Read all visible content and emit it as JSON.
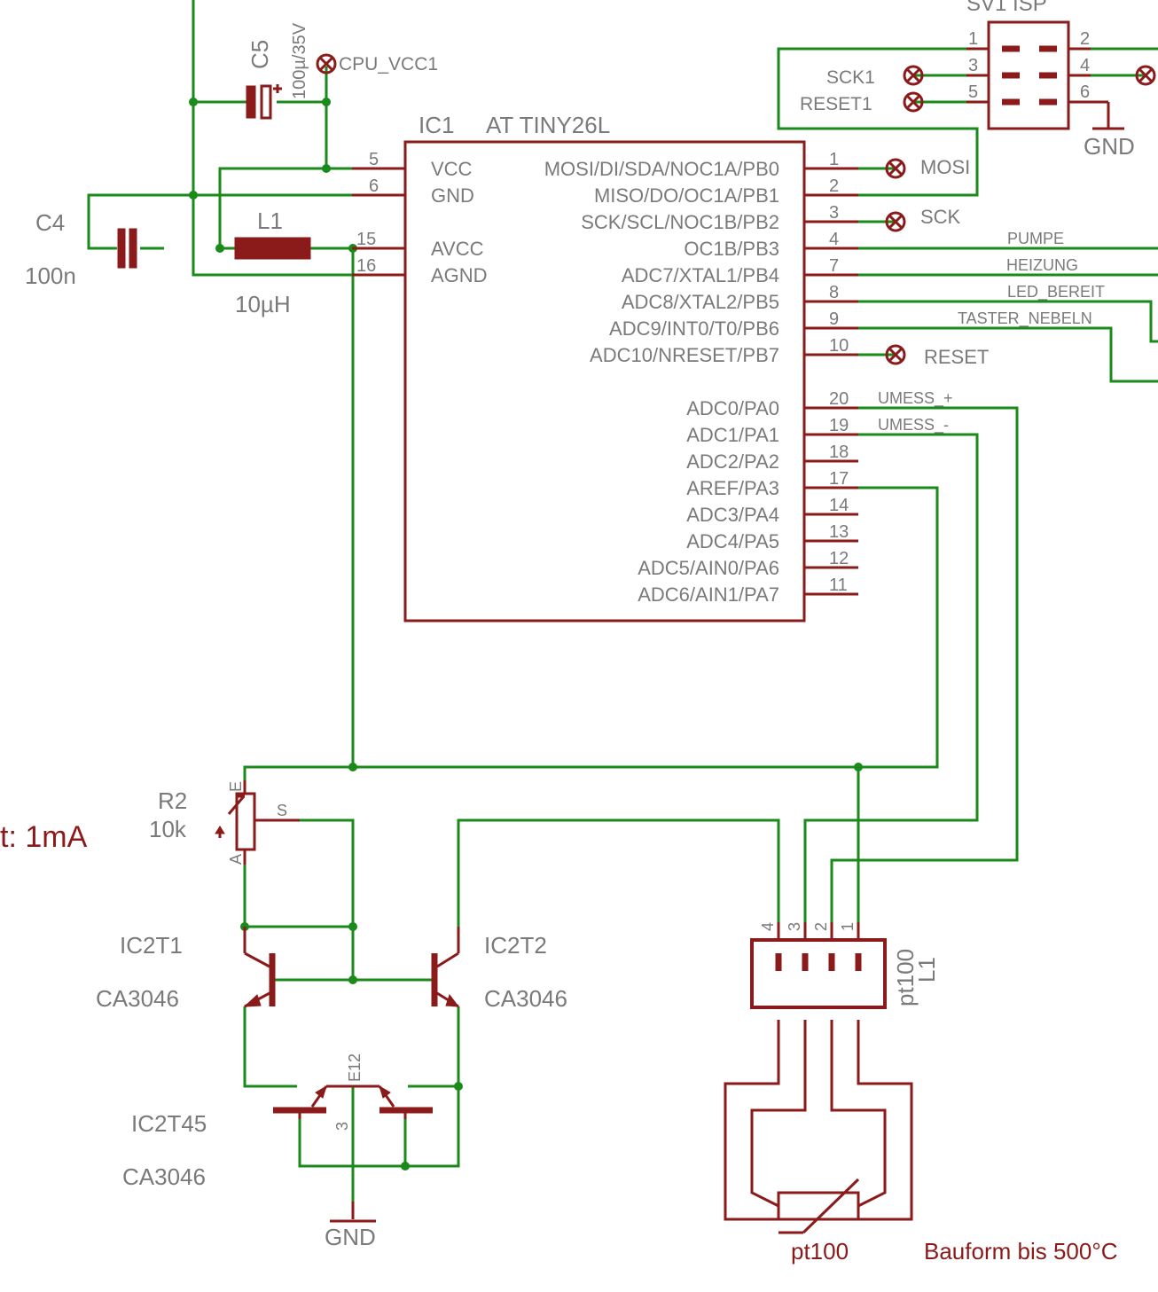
{
  "ic1": {
    "name": "IC1",
    "value": "AT TINY26L",
    "left_pins": [
      {
        "num": "5",
        "label": "VCC"
      },
      {
        "num": "6",
        "label": "GND"
      },
      {
        "num": "15",
        "label": "AVCC"
      },
      {
        "num": "16",
        "label": "AGND"
      }
    ],
    "right_pins": [
      {
        "num": "1",
        "label": "MOSI/DI/SDA/NOC1A/PB0"
      },
      {
        "num": "2",
        "label": "MISO/DO/OC1A/PB1"
      },
      {
        "num": "3",
        "label": "SCK/SCL/NOC1B/PB2"
      },
      {
        "num": "4",
        "label": "OC1B/PB3"
      },
      {
        "num": "7",
        "label": "ADC7/XTAL1/PB4"
      },
      {
        "num": "8",
        "label": "ADC8/XTAL2/PB5"
      },
      {
        "num": "9",
        "label": "ADC9/INT0/T0/PB6"
      },
      {
        "num": "10",
        "label": "ADC10/NRESET/PB7"
      },
      {
        "num": "20",
        "label": "ADC0/PA0"
      },
      {
        "num": "19",
        "label": "ADC1/PA1"
      },
      {
        "num": "18",
        "label": "ADC2/PA2"
      },
      {
        "num": "17",
        "label": "AREF/PA3"
      },
      {
        "num": "14",
        "label": "ADC3/PA4"
      },
      {
        "num": "13",
        "label": "ADC4/PA5"
      },
      {
        "num": "12",
        "label": "ADC5/AIN0/PA6"
      },
      {
        "num": "11",
        "label": "ADC6/AIN1/PA7"
      }
    ]
  },
  "nets": {
    "pumpe": "PUMPE",
    "heizung": "HEIZUNG",
    "led_bereit": "LED_BEREIT",
    "taster_nebeln": "TASTER_NEBELN",
    "umess_plus": "UMESS_+",
    "umess_minus": "UMESS_-"
  },
  "testpoints": {
    "cpu_vcc1": "CPU_VCC1",
    "mosi": "MOSI",
    "sck": "SCK",
    "reset": "RESET",
    "sck1": "SCK1",
    "reset1": "RESET1"
  },
  "c5": {
    "name": "C5",
    "value": "100µ/35V"
  },
  "c4": {
    "name": "C4",
    "value": "100n"
  },
  "l1": {
    "name": "L1",
    "value": "10µH"
  },
  "isp": {
    "title": "SV1   ISP",
    "pins_left": [
      "1",
      "3",
      "5"
    ],
    "pins_right": [
      "2",
      "4",
      "6"
    ],
    "gnd": "GND"
  },
  "r2": {
    "name": "R2",
    "value": "10k",
    "pin_e": "E",
    "pin_s": "S",
    "pin_a": "A"
  },
  "current_note": "t: 1mA",
  "transistors": {
    "t1_name": "IC2T1",
    "t1_value": "CA3046",
    "t2_name": "IC2T2",
    "t2_value": "CA3046",
    "t45_name": "IC2T45",
    "t45_value": "CA3046",
    "pin_e12": "E12",
    "pin_3": "3"
  },
  "gnd_bottom": "GND",
  "pt100_conn": {
    "name": "L1",
    "value": "pt100",
    "pins": [
      "4",
      "3",
      "2",
      "1"
    ]
  },
  "pt100_sensor": {
    "label": "pt100",
    "note": "Bauform bis 500°C"
  }
}
